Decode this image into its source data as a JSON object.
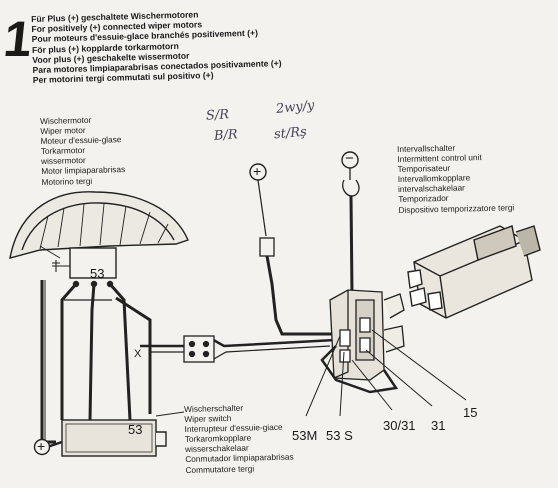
{
  "step_number": "1",
  "header": {
    "lines": [
      "Für Plus (+) geschaltete Wischermotoren",
      "For positively (+) connected wiper motors",
      "Pour moteurs d'essuie-glace branchés positivement (+)",
      "För plus (+) kopplarde torkarmotorn",
      "Voor plus (+) geschakelte wissermotor",
      "Para motores limpiaparabrisas conectados positivamente (+)",
      "Per motorini tergi commutati sul positivo (+)"
    ]
  },
  "wiper_motor_labels": [
    "Wischermotor",
    "Wiper motor",
    "Moteur d'essuie-glase",
    "Torkarmotor",
    "wissermotor",
    "Motor limpiaparabrisas",
    "Motorino tergi"
  ],
  "interval_labels": [
    "Intervallschalter",
    "Intermittent control unit",
    "Temporisateur",
    "Intervallomkopplare",
    "intervalschakelaar",
    "Temporizador",
    "Dispositivo temporizzatore tergi"
  ],
  "wiper_switch_labels": [
    "Wischerschalter",
    "Wiper switch",
    "Interrupteur d'essuie-giace",
    "Torkaromkopplare",
    "wisserschakelaar",
    "Conmutador limpiaparabrisas",
    "Commutatore tergi"
  ],
  "handwritten": {
    "line1a": "S/R",
    "line1b": "2wy/y",
    "line2a": "B/R",
    "line2b": "st/Rş"
  },
  "symbols": {
    "plus": "+",
    "minus": "−",
    "ground_plus": "+"
  },
  "terminals": {
    "motor_53": "53",
    "switch_53": "53",
    "x": "X",
    "t53m": "53M",
    "t53s": "53 S",
    "t3031": "30/31",
    "t31": "31",
    "t15": "15"
  }
}
